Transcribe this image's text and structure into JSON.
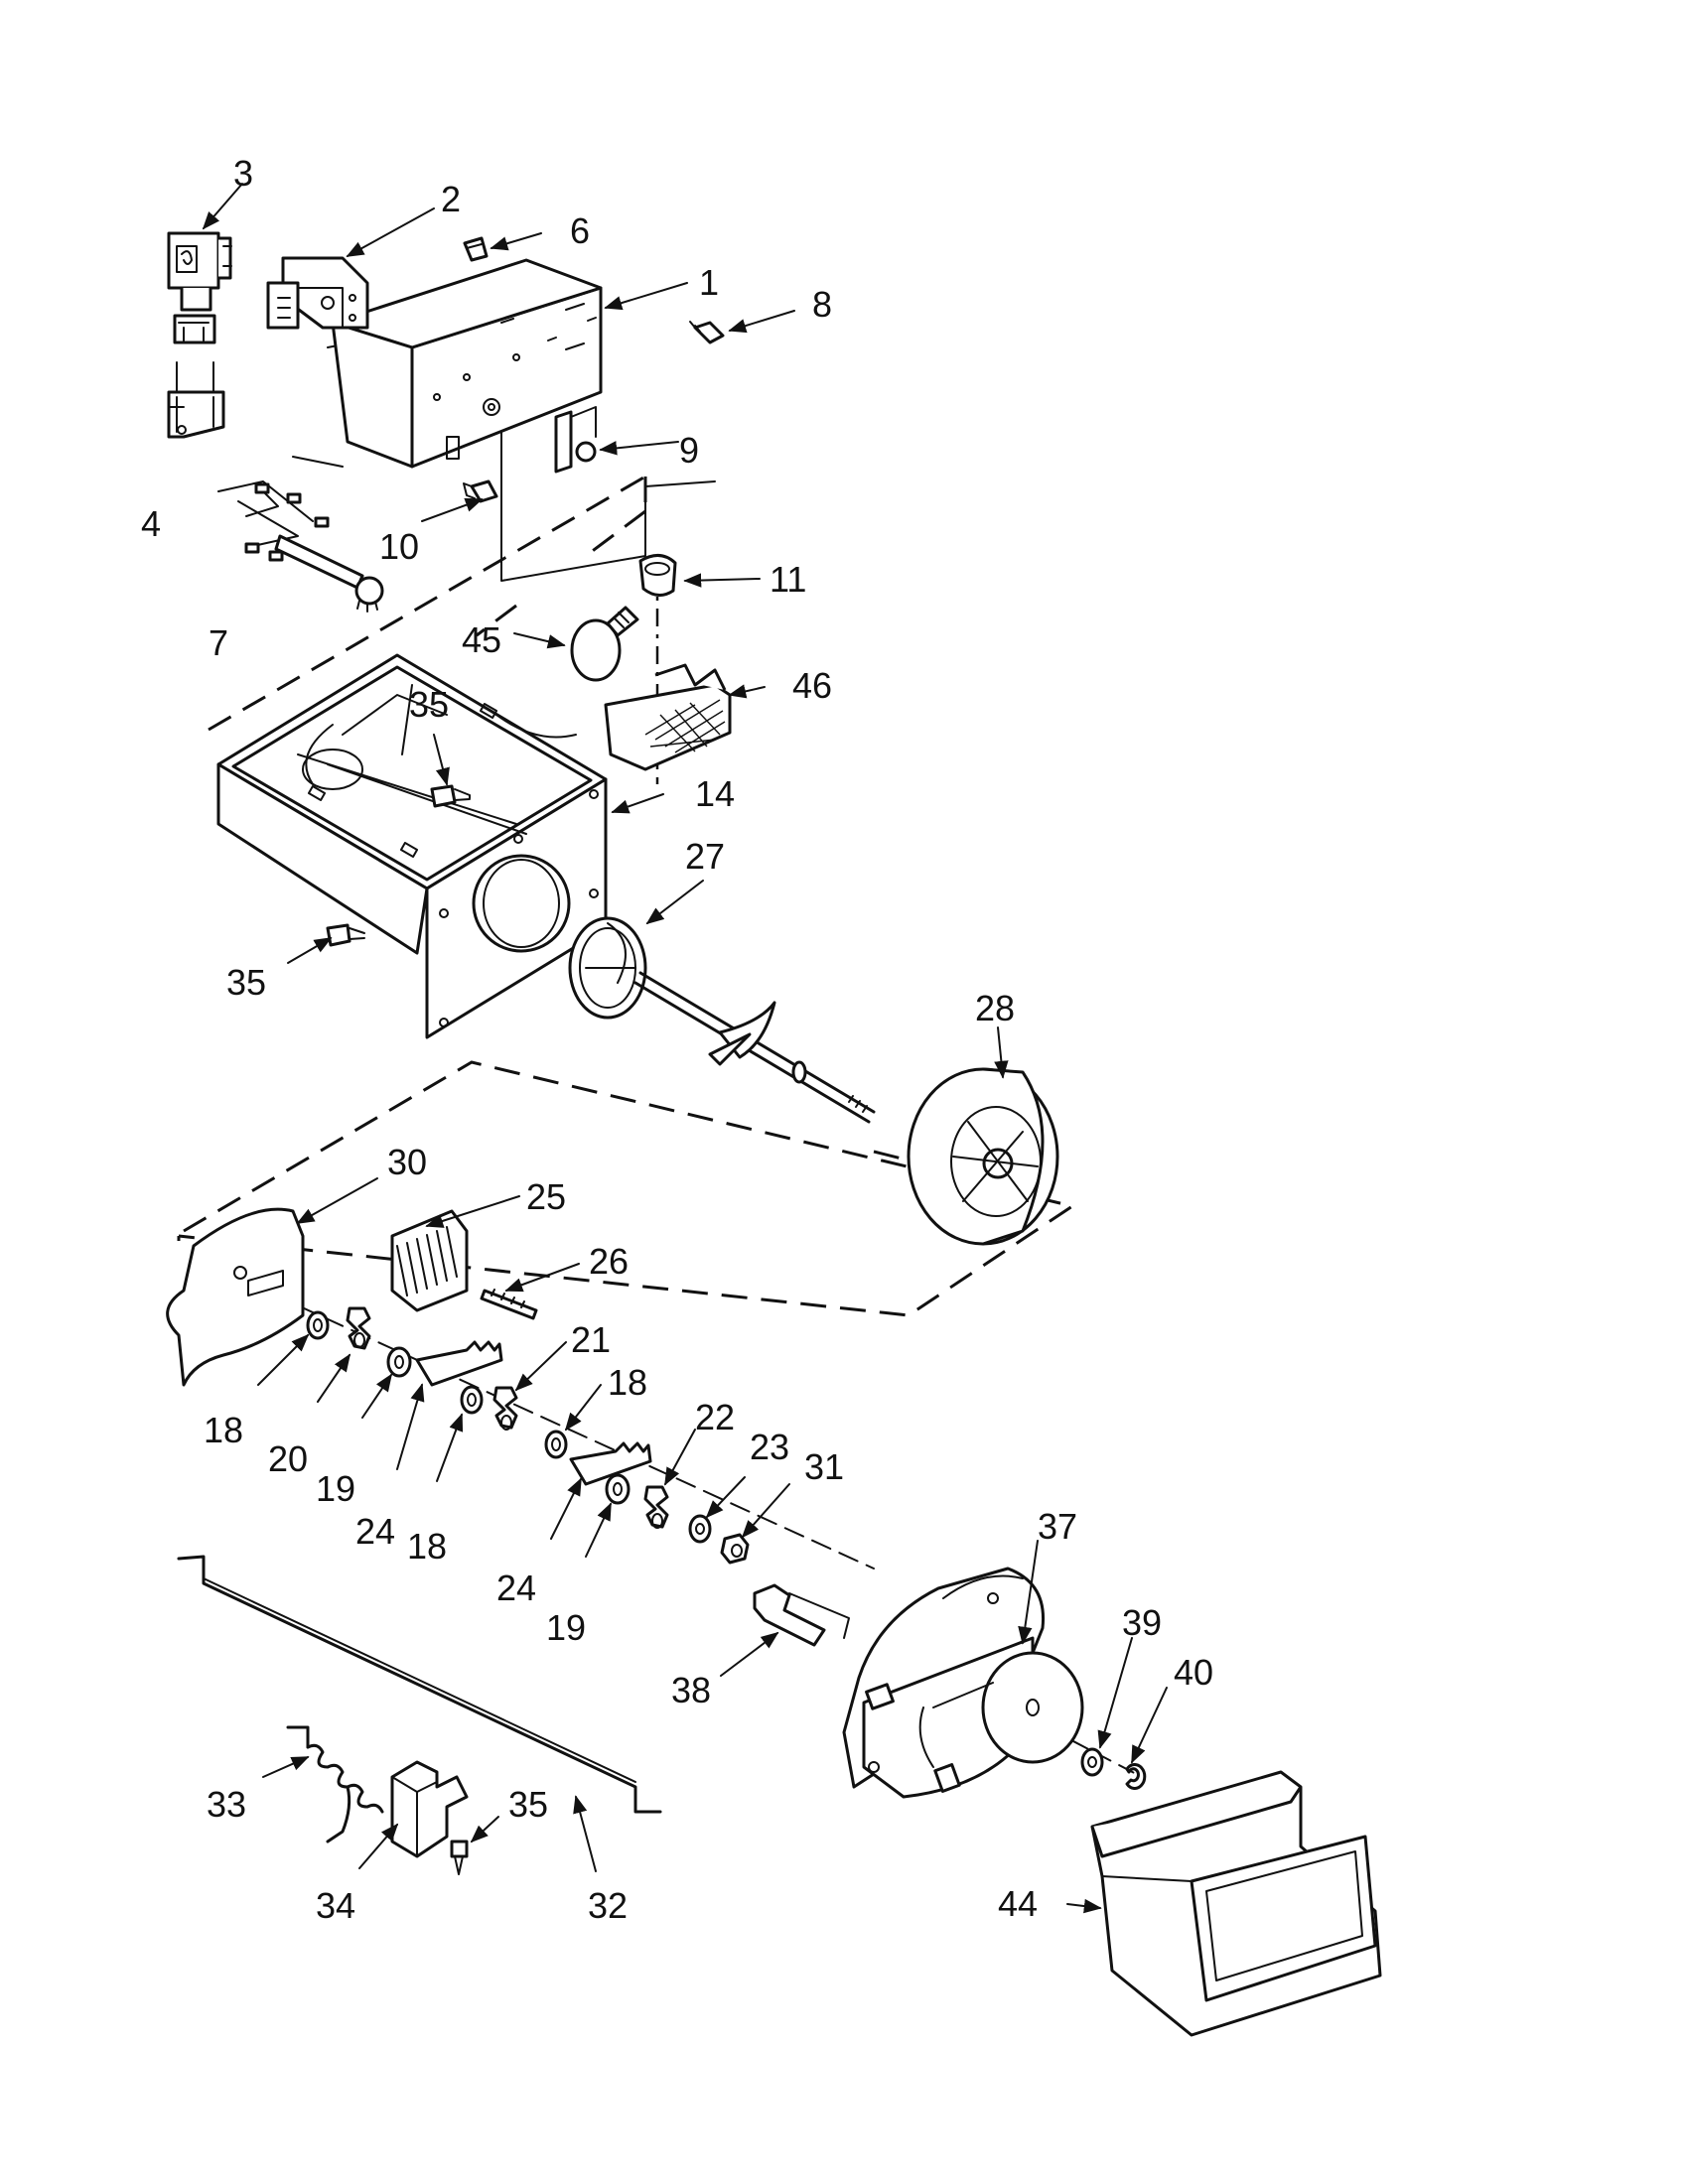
{
  "diagram": {
    "callouts": [
      {
        "id": "c1",
        "label": "1"
      },
      {
        "id": "c2",
        "label": "2"
      },
      {
        "id": "c3",
        "label": "3"
      },
      {
        "id": "c4",
        "label": "4"
      },
      {
        "id": "c6",
        "label": "6"
      },
      {
        "id": "c7",
        "label": "7"
      },
      {
        "id": "c8",
        "label": "8"
      },
      {
        "id": "c9",
        "label": "9"
      },
      {
        "id": "c10",
        "label": "10"
      },
      {
        "id": "c11",
        "label": "11"
      },
      {
        "id": "c14",
        "label": "14"
      },
      {
        "id": "c18a",
        "label": "18"
      },
      {
        "id": "c18b",
        "label": "18"
      },
      {
        "id": "c18c",
        "label": "18"
      },
      {
        "id": "c19a",
        "label": "19"
      },
      {
        "id": "c19b",
        "label": "19"
      },
      {
        "id": "c20",
        "label": "20"
      },
      {
        "id": "c21",
        "label": "21"
      },
      {
        "id": "c22",
        "label": "22"
      },
      {
        "id": "c23",
        "label": "23"
      },
      {
        "id": "c24a",
        "label": "24"
      },
      {
        "id": "c24b",
        "label": "24"
      },
      {
        "id": "c25",
        "label": "25"
      },
      {
        "id": "c26",
        "label": "26"
      },
      {
        "id": "c27",
        "label": "27"
      },
      {
        "id": "c28",
        "label": "28"
      },
      {
        "id": "c30",
        "label": "30"
      },
      {
        "id": "c31",
        "label": "31"
      },
      {
        "id": "c32",
        "label": "32"
      },
      {
        "id": "c33",
        "label": "33"
      },
      {
        "id": "c34",
        "label": "34"
      },
      {
        "id": "c35a",
        "label": "35"
      },
      {
        "id": "c35b",
        "label": "35"
      },
      {
        "id": "c35c",
        "label": "35"
      },
      {
        "id": "c37",
        "label": "37"
      },
      {
        "id": "c38",
        "label": "38"
      },
      {
        "id": "c39",
        "label": "39"
      },
      {
        "id": "c40",
        "label": "40"
      },
      {
        "id": "c44",
        "label": "44"
      },
      {
        "id": "c45",
        "label": "45"
      },
      {
        "id": "c46",
        "label": "46"
      }
    ]
  }
}
